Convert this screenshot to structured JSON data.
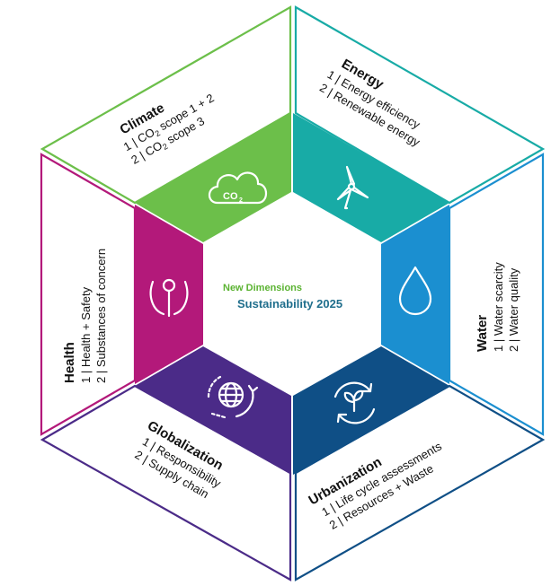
{
  "center": {
    "line1": "New Dimensions",
    "line2": "Sustainability 2025",
    "line1_color": "#5bb332",
    "line2_color": "#1f6e8c"
  },
  "segments": {
    "climate": {
      "title": "Climate",
      "item1_prefix": "1 | CO",
      "item1_sub": "2",
      "item1_suffix": " scope 1 + 2",
      "item2_prefix": "2 | CO",
      "item2_sub": "2",
      "item2_suffix": " scope 3",
      "color": "#6cbf4a",
      "icon": "cloud-co2-icon",
      "icon_text": "CO"
    },
    "energy": {
      "title": "Energy",
      "item1": "1 | Energy efficiency",
      "item2": "2 | Renewable energy",
      "color": "#18aba6",
      "icon": "wind-turbine-icon"
    },
    "water": {
      "title": "Water",
      "item1": "1 | Water scarcity",
      "item2": "2 | Water quality",
      "color": "#1b8fd0",
      "icon": "water-drop-icon"
    },
    "urbanization": {
      "title": "Urbanization",
      "item1": "1 | Life cycle assessments",
      "item2": "2 | Resources + Waste",
      "color": "#0f4f86",
      "icon": "recycle-leaf-icon"
    },
    "globalization": {
      "title": "Globalization",
      "item1": "1 | Responsibility",
      "item2": "2 | Supply chain",
      "color": "#4b2b88",
      "icon": "globe-cycle-icon"
    },
    "health": {
      "title": "Health",
      "item1": "1 | Health + Safety",
      "item2": "2 | Substances of concern",
      "color": "#b3197a",
      "icon": "person-shield-icon"
    }
  }
}
